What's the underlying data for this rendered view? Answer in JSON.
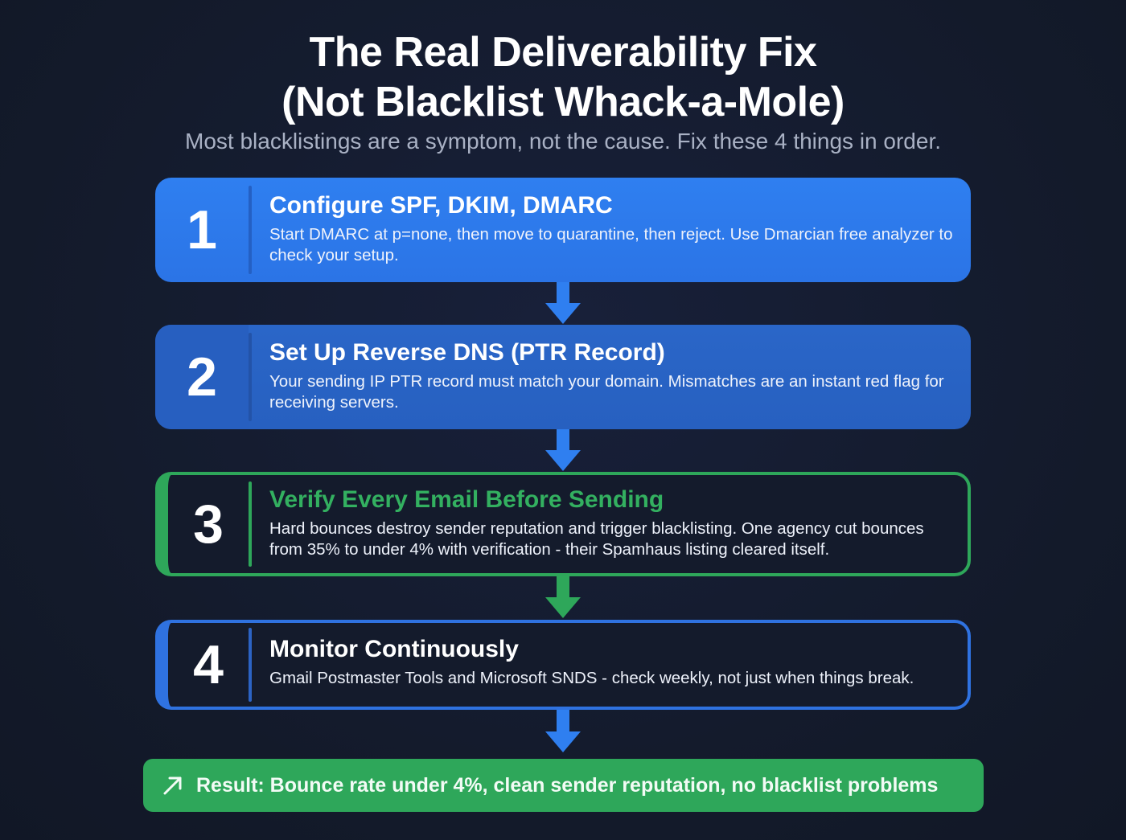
{
  "header": {
    "title_line1": "The Real Deliverability Fix",
    "title_line2": "(Not Blacklist Whack-a-Mole)",
    "subtitle": "Most blacklistings are a symptom, not the cause. Fix these 4 things in order."
  },
  "steps": [
    {
      "number": "1",
      "heading": "Configure SPF, DKIM, DMARC",
      "description": "Start DMARC at p=none, then move to quarantine, then reject. Use Dmarcian free analyzer to check your setup.",
      "color": "#2f7ff0"
    },
    {
      "number": "2",
      "heading": "Set Up Reverse DNS (PTR Record)",
      "description": "Your sending IP PTR record must match your domain. Mismatches are an instant red flag for receiving servers.",
      "color": "#2a66c8"
    },
    {
      "number": "3",
      "heading": "Verify Every Email Before Sending",
      "description": "Hard bounces destroy sender reputation and trigger blacklisting. One agency cut bounces from 35% to under 4% with verification - their Spamhaus listing cleared itself.",
      "color": "#2ea75a"
    },
    {
      "number": "4",
      "heading": "Monitor Continuously",
      "description": "Gmail Postmaster Tools and Microsoft SNDS - check weekly, not just when things break.",
      "color": "#2f72e0"
    }
  ],
  "arrows": [
    {
      "from": "1",
      "to": "2",
      "color": "#2f7ff0"
    },
    {
      "from": "2",
      "to": "3",
      "color": "#2f7ff0"
    },
    {
      "from": "3",
      "to": "4",
      "color": "#2ea75a"
    },
    {
      "from": "4",
      "to": "result",
      "color": "#2f7ff0"
    }
  ],
  "result": {
    "icon": "trend-up-arrow-icon",
    "text": "Result: Bounce rate under 4%, clean sender reputation, no blacklist problems",
    "color": "#2ea75a"
  },
  "colors": {
    "background": "#141b2c",
    "blue": "#2f7ff0",
    "green": "#2ea75a",
    "subtitle": "#a9b1c4"
  }
}
